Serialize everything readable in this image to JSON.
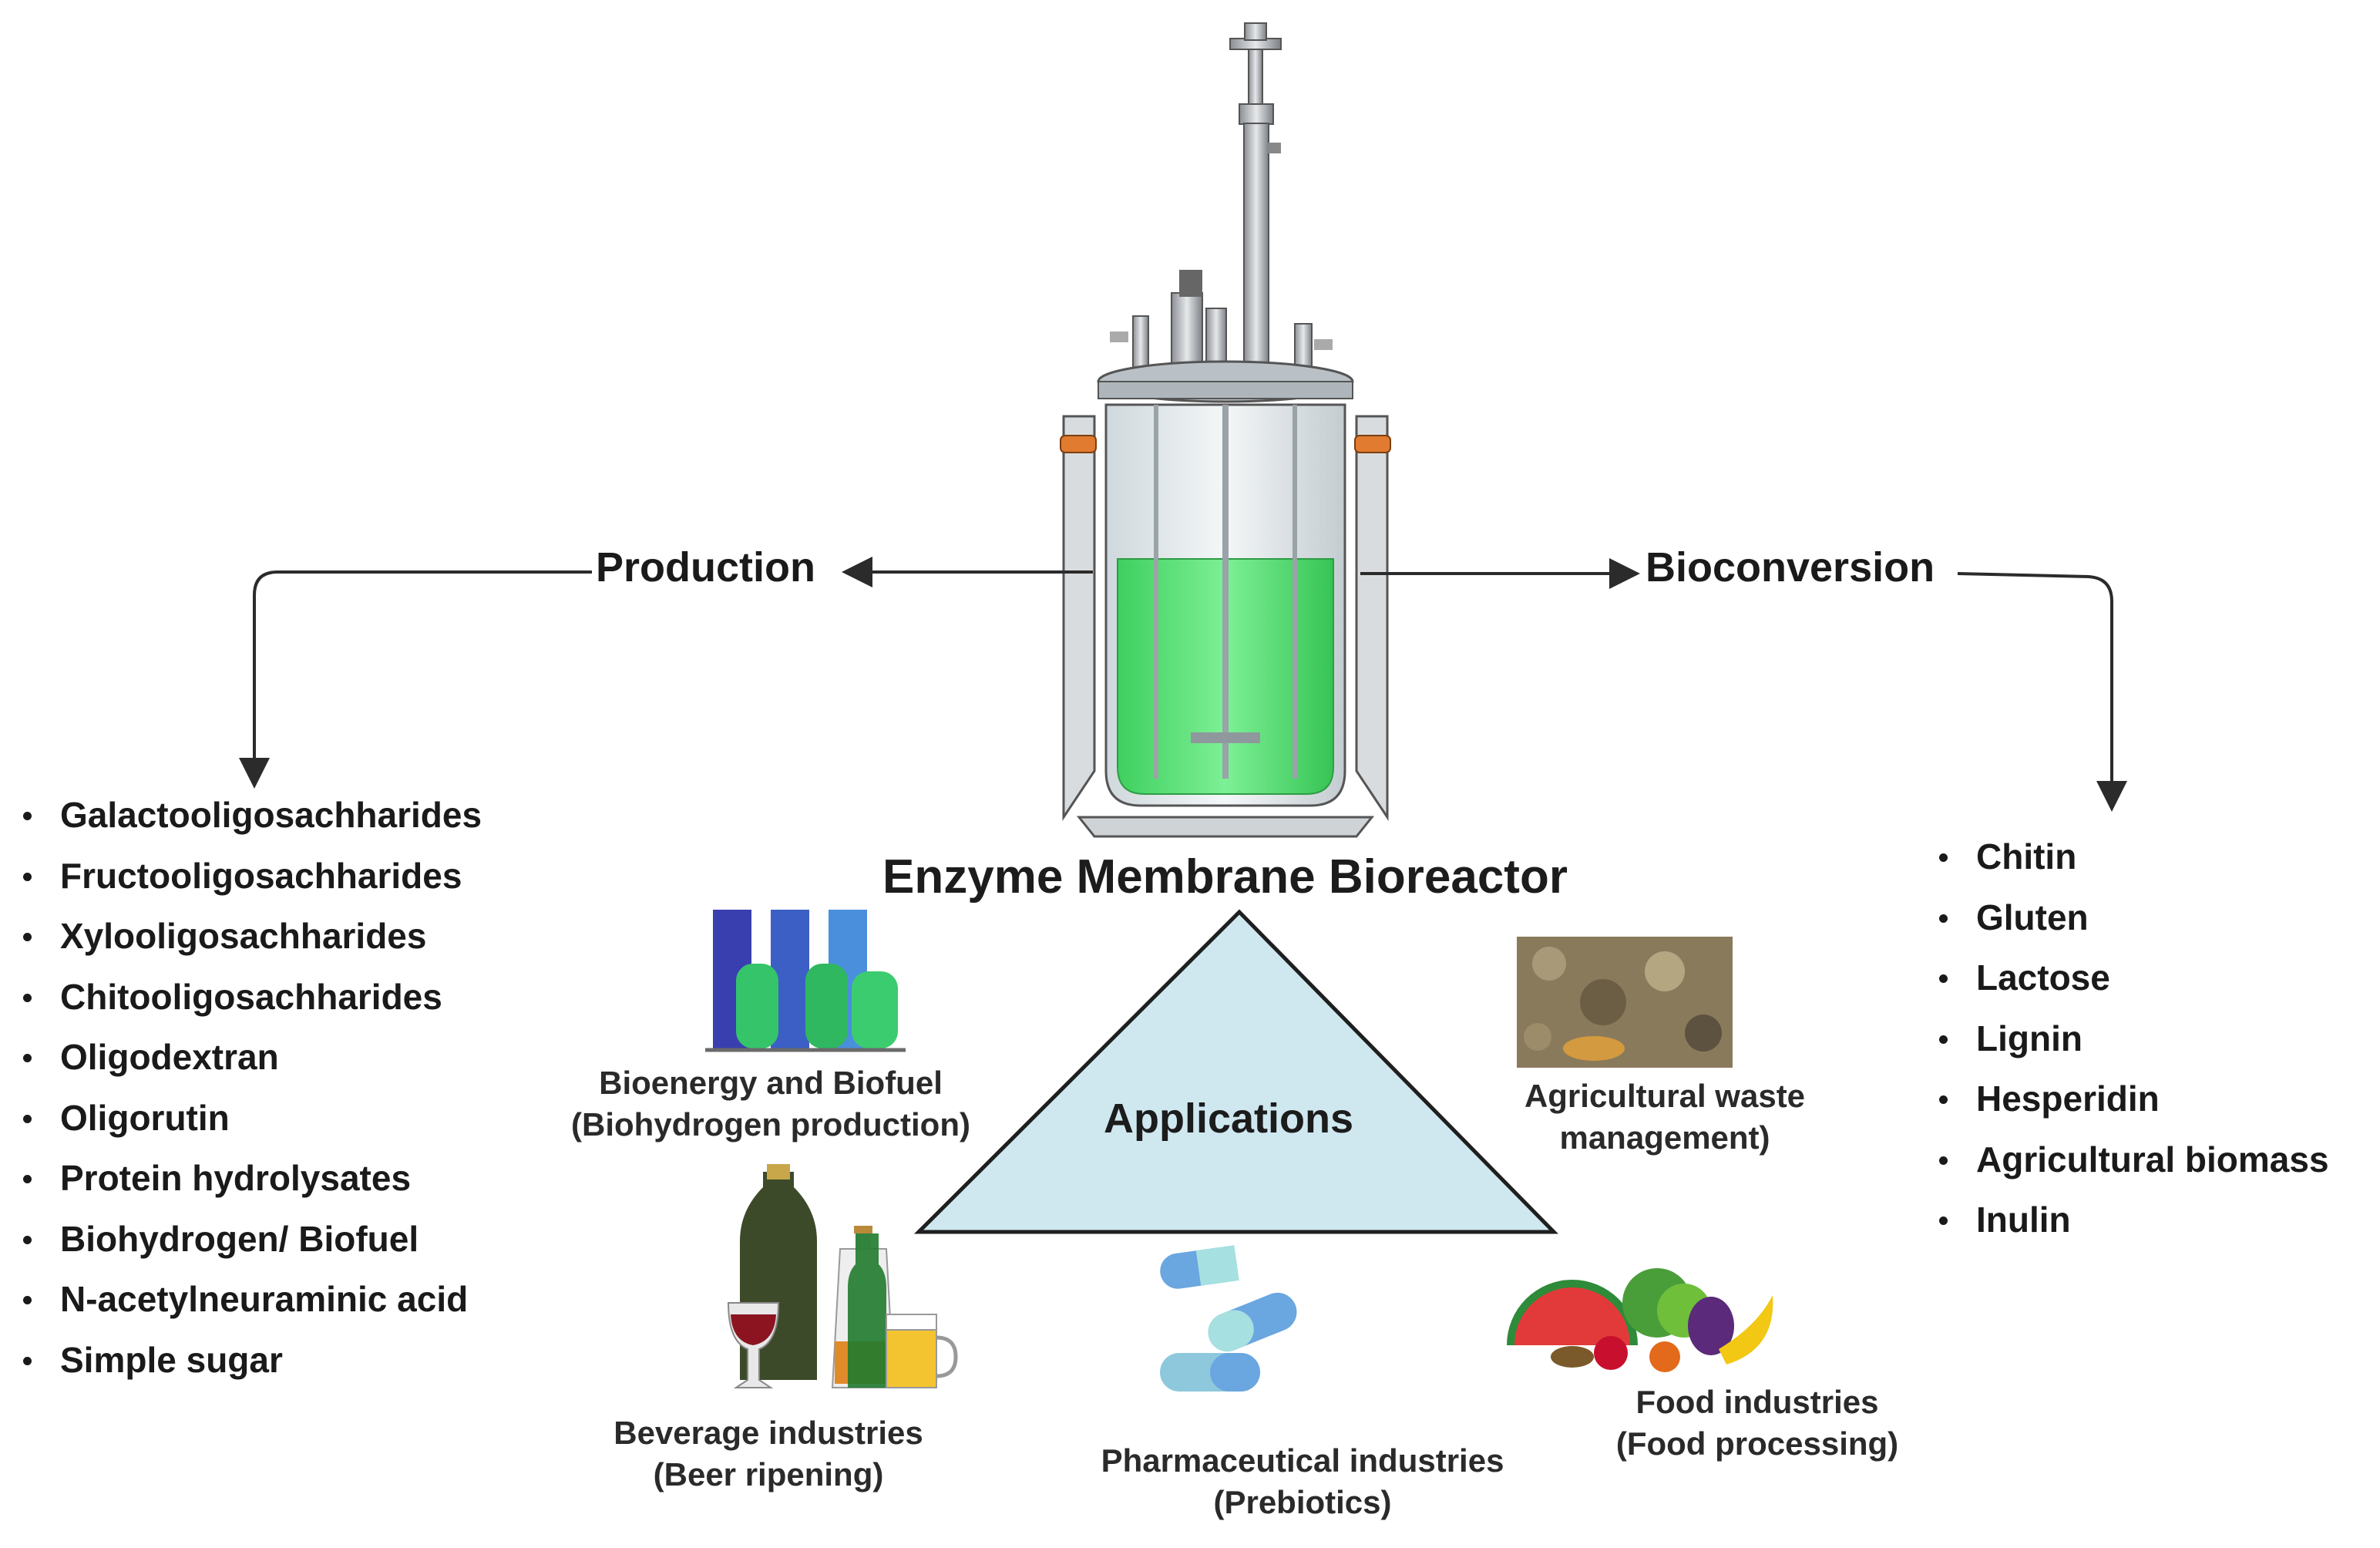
{
  "center_title": "Enzyme Membrane Bioreactor",
  "production": {
    "label": "Production",
    "items": [
      "Galactooligosachharides",
      "Fructooligosachharides",
      "Xylooligosachharides",
      "Chitooligosachharides",
      "Oligodextran",
      "Oligorutin",
      "Protein hydrolysates",
      "Biohydrogen/ Biofuel",
      "N-acetylneuraminic acid",
      "Simple sugar"
    ]
  },
  "bioconversion": {
    "label": "Bioconversion",
    "items": [
      "Chitin",
      "Gluten",
      "Lactose",
      "Lignin",
      "Hesperidin",
      "Agricultural biomass",
      "Inulin"
    ]
  },
  "applications": {
    "label": "Applications",
    "bioenergy": {
      "line1": "Bioenergy and Biofuel",
      "line2": "(Biohydrogen production)"
    },
    "agri_waste": {
      "line1": "Agricultural waste",
      "line2": "management)"
    },
    "beverage": {
      "line1": "Beverage industries",
      "line2": "(Beer ripening)"
    },
    "pharma": {
      "line1": "Pharmaceutical industries",
      "line2": "(Prebiotics)"
    },
    "food": {
      "line1": "Food industries",
      "line2": "(Food processing)"
    }
  },
  "colors": {
    "triangle_fill": "#cfe8f0",
    "triangle_stroke": "#1f1f1f",
    "liquid": "#5fe07a",
    "arrow": "#2b2b2b"
  }
}
